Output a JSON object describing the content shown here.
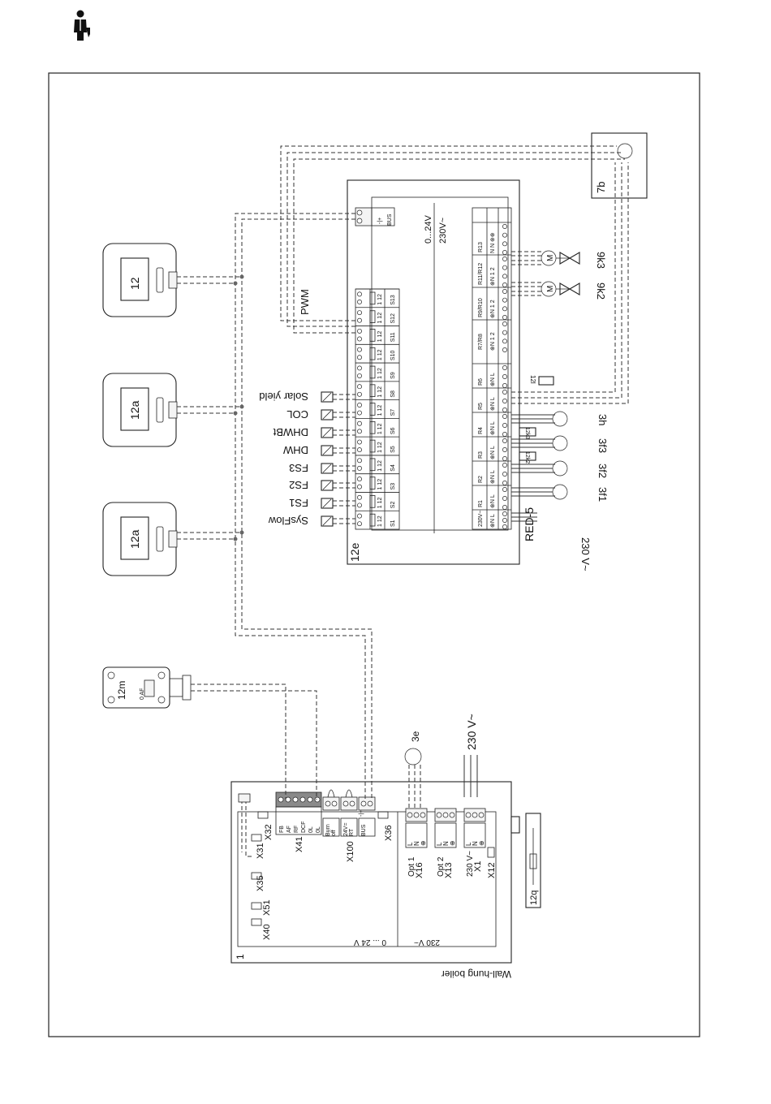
{
  "boiler": {
    "label": "1",
    "caption": "Wall-hung boiler",
    "low_voltage": "0 ... 24 V",
    "mains_voltage": "230 V~",
    "connectors": {
      "x31": "X31",
      "x32": "X32",
      "x35": "X35",
      "x51": "X51",
      "x40": "X40",
      "x41": "X41",
      "x100": "X100",
      "x36": "X36",
      "x16": "X16",
      "x13": "X13",
      "x1": "X1",
      "x12": "X12"
    },
    "x41_terminals": [
      "FB",
      "AF",
      "RF",
      "DCF",
      "0L",
      "0L"
    ],
    "x100_blocks": [
      "Burn off",
      "24V= RT",
      "BUS"
    ],
    "x100_bus_sign": "-|+",
    "lower_blocks": [
      "Opt 1",
      "Opt 2",
      "230 V~"
    ],
    "terminal_lnpe": [
      "L",
      "N",
      "⊕"
    ],
    "mains_supply": "230 V~"
  },
  "pump_3e": "3e",
  "sensor_12m": {
    "label": "12m",
    "terminal": "0  AF"
  },
  "sensor_12q": "12q",
  "controllers": [
    {
      "label": "12a"
    },
    {
      "label": "12a"
    },
    {
      "label": "12"
    }
  ],
  "module_12e": {
    "label": "12e",
    "model": "RED-5",
    "low_voltage": "0...24V",
    "mains_voltage": "230V~",
    "pwm": "PWM",
    "bus_sign": "-|+",
    "bus_label": "BUS",
    "sensor_inputs": [
      "S1",
      "S2",
      "S3",
      "S4",
      "S5",
      "S6",
      "S7",
      "S8",
      "S9",
      "S10",
      "S11",
      "S12",
      "S13"
    ],
    "sensor_pins": "1 12",
    "sensor_names": [
      "SysFlow",
      "FS1",
      "FS2",
      "FS3",
      "DHW",
      "DHWBt",
      "COL",
      "Solar yield"
    ],
    "mains_in_label": "230V~",
    "mains_in_pins": "⊕N L",
    "relays": [
      "R1",
      "R2",
      "R3",
      "R4",
      "R5",
      "R6",
      "R7/R8",
      "R9/R10",
      "R11/R12",
      "R13"
    ],
    "relay_pins_single": "⊕N L",
    "relay_pins_double": "⊕N 1 2",
    "relay_pins_last": "N N ⊕⊕",
    "mains_supply": "230 V~"
  },
  "pumps": [
    "3f1",
    "3f2",
    "3f3",
    "3h"
  ],
  "pump_thermostats": [
    "12k2",
    "12k3"
  ],
  "relay_thermostat": "12l",
  "valves": [
    "9k2",
    "9k3"
  ],
  "valve_symbol": "M",
  "box_7b": "7b"
}
